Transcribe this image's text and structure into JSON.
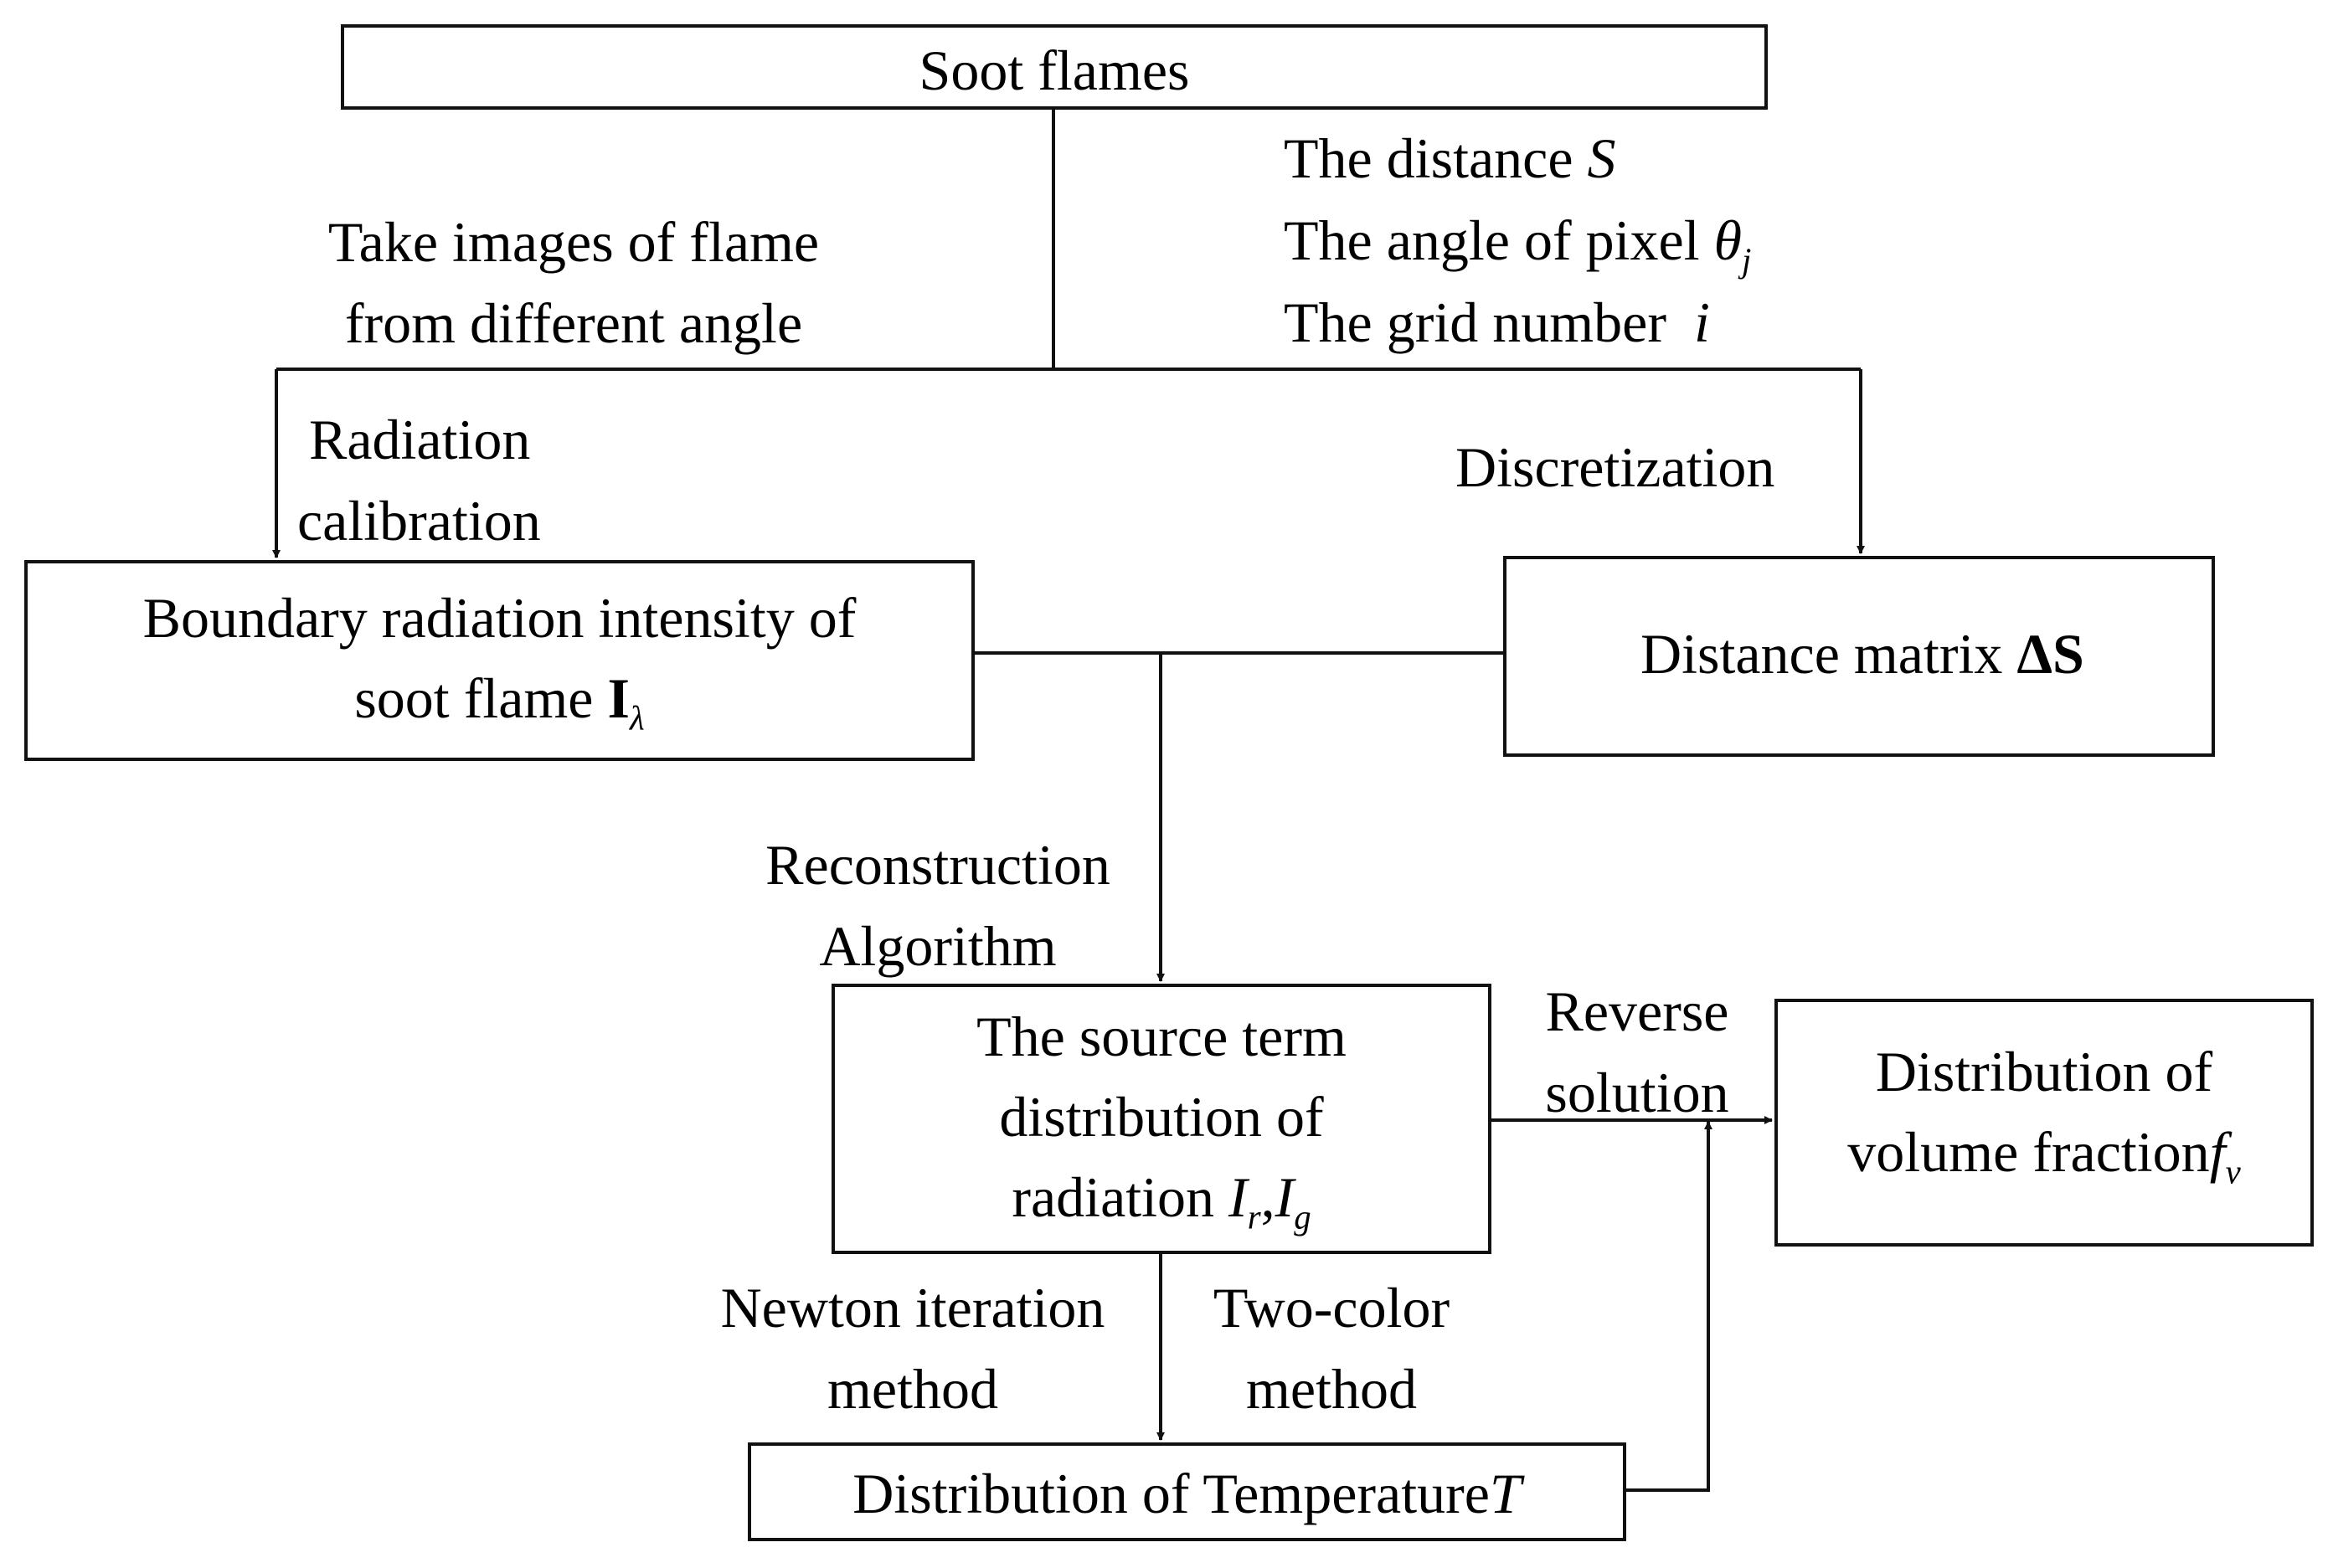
{
  "nodes": {
    "soot_flames": "Soot flames",
    "boundary_line1": "Boundary radiation intensity of",
    "boundary_line2": "soot flame",
    "boundary_symbol": "I",
    "boundary_sub": "λ",
    "distance_matrix": "Distance matrix",
    "distance_symbol": "ΔS",
    "source_line1": "The source term",
    "source_line2": "distribution of",
    "source_line3": "radiation",
    "source_Ir": "I",
    "source_r": "r",
    "source_comma": ",",
    "source_Ig": "I",
    "source_g": "g",
    "volume_line1": "Distribution of",
    "volume_line2": "volume fraction",
    "volume_f": "f",
    "volume_v": "v",
    "temperature": "Distribution of Temperature",
    "temperature_symbol": "T"
  },
  "labels": {
    "take_images_1": "Take images of flame",
    "take_images_2": "from different angle",
    "distance_s": "The distance",
    "distance_s_sym": "S",
    "angle_pixel": "The angle of pixel",
    "angle_sym": "θ",
    "angle_sub": "j",
    "grid_number": "The grid number",
    "grid_sym": "i",
    "radiation_1": "Radiation",
    "radiation_2": "calibration",
    "discretization": "Discretization",
    "reconstruction_1": "Reconstruction",
    "reconstruction_2": "Algorithm",
    "reverse_1": "Reverse",
    "reverse_2": "solution",
    "newton_1": "Newton iteration",
    "newton_2": "method",
    "twocolor_1": "Two-color",
    "twocolor_2": "method"
  }
}
